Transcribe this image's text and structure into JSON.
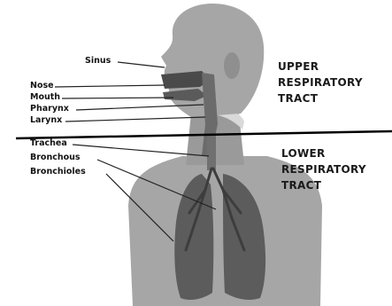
{
  "labels": {
    "sinus": "Sinus",
    "nose": "Nose",
    "mouth": "Mouth",
    "pharynx": "Pharynx",
    "larynx": "Larynx",
    "trachea": "Trachea",
    "bronchus": "Bronchous",
    "bronchioles": "Bronchioles"
  },
  "regions": {
    "upper": [
      "UPPER",
      "RESPIRATORY",
      "TRACT"
    ],
    "lower": [
      "LOWER",
      "RESPIRATORY",
      "TRACT"
    ]
  },
  "colors": {
    "skin": "#a6a6a6",
    "skin_shade": "#8f8f8f",
    "lung": "#5c5c5c",
    "airway": "#6b6b6b",
    "nasal": "#4a4a4a",
    "divider": "#000000",
    "leader": "#222222"
  }
}
